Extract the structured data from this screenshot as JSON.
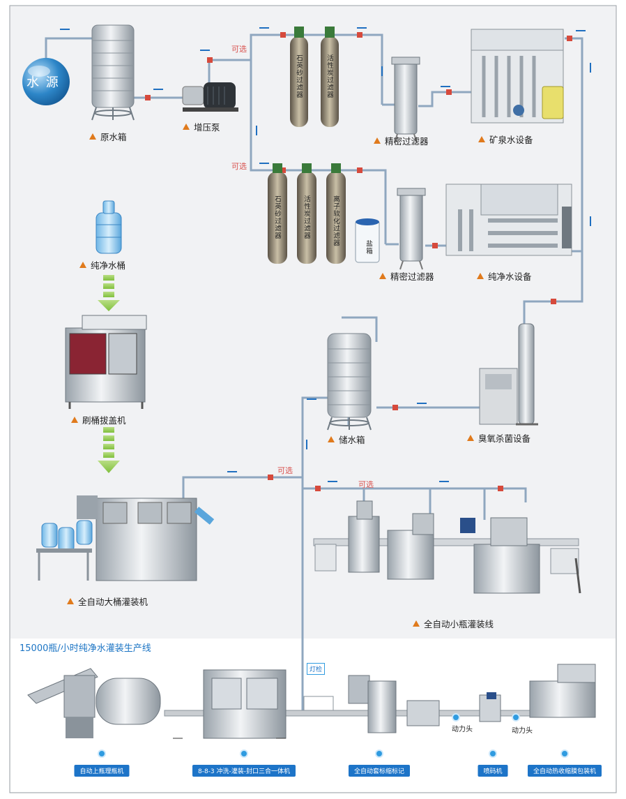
{
  "source": {
    "label": "水 源"
  },
  "tanks": {
    "raw": "原水箱",
    "pump": "增压泵",
    "storage": "储水箱"
  },
  "optional_label": "可选",
  "filters_top": {
    "f1": "石英砂过滤器",
    "f2": "活性炭过滤器",
    "precision": "精密过滤器",
    "equipment": "矿泉水设备"
  },
  "filters_bottom": {
    "f1": "石英砂过滤器",
    "f2": "活性炭过滤器",
    "f3": "离子软化过滤器",
    "salt": "盐箱",
    "precision": "精密过滤器",
    "equipment": "纯净水设备"
  },
  "ozone": "臭氧杀菌设备",
  "barrel_line": {
    "bucket": "纯净水桶",
    "brush": "刷桶拔盖机",
    "filler": "全自动大桶灌装机"
  },
  "small_line": "全自动小瓶灌装线",
  "production": {
    "title": "15000瓶/小时纯净水灌装生产线",
    "lamp": "灯检",
    "power1": "动力头",
    "power2": "动力头",
    "machines": [
      "自动上瓶理瓶机",
      "8-8-3 冲洗-灌装-封口三合一体机",
      "全自动套标缩标记",
      "喷码机",
      "全自动热收缩膜包装机"
    ]
  }
}
